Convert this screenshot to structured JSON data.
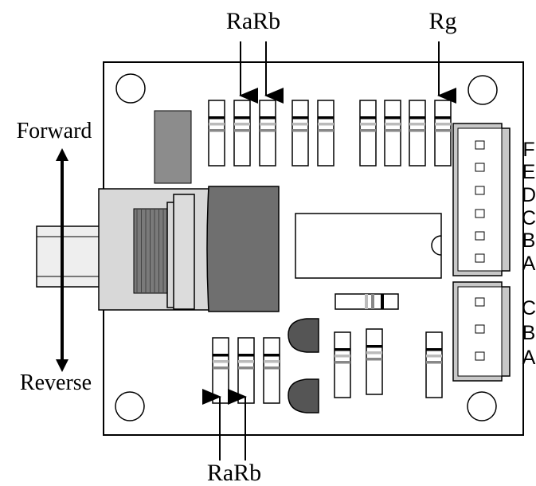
{
  "labels": {
    "top_ra_rb": "RaRb",
    "top_rg": "Rg",
    "bottom_ra_rb": "RaRb",
    "forward": "Forward",
    "reverse": "Reverse"
  },
  "connector_6pin_letters": [
    "F",
    "E",
    "D",
    "C",
    "B",
    "A"
  ],
  "connector_3pin_letters": [
    "C",
    "B",
    "A"
  ],
  "colors": {
    "board_outline": "#000000",
    "housing": "#d8d8d8",
    "shaft_fill": "#e8e8e8",
    "pot_knob": "#6f6f6f",
    "gray_block": "#8c8c8c",
    "threads": "#7a7a7a",
    "transistor": "#5a5a5a",
    "connector": "#c8c8c8"
  }
}
